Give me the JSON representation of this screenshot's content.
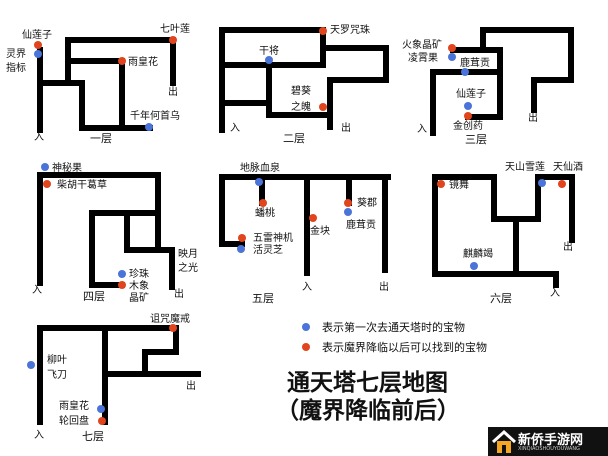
{
  "title": "通天塔七层地图",
  "subtitle": "（魔界降临前后）",
  "legend": {
    "blue": "表示第一次去通天塔时的宝物",
    "red": "表示魔界降临以后可以找到的宝物"
  },
  "colors": {
    "blue": "#4a74d8",
    "red": "#e0451e",
    "wall": "#000000"
  },
  "marks": {
    "entrance": "入",
    "exit": "出"
  },
  "floors": [
    {
      "name": "一层",
      "items": [
        "仙莲子",
        "灵界",
        "指标",
        "七叶莲",
        "雨皇花",
        "千年何首乌"
      ]
    },
    {
      "name": "二层",
      "items": [
        "天罗咒珠",
        "干将",
        "碧葵",
        "之魄"
      ]
    },
    {
      "name": "三层",
      "items": [
        "火象晶矿",
        "凌霄果",
        "鹿茸贡",
        "仙莲子",
        "金创药"
      ]
    },
    {
      "name": "四层",
      "items": [
        "神秘果",
        "柴胡干葛草",
        "珍珠",
        "木象",
        "晶矿",
        "映月",
        "之光"
      ]
    },
    {
      "name": "五层",
      "items": [
        "地脉血泉",
        "蟠桃",
        "金块",
        "葵郡",
        "鹿茸贡",
        "五雷神机",
        "活灵芝"
      ]
    },
    {
      "name": "六层",
      "items": [
        "镜舞",
        "天山雪莲",
        "天仙酒",
        "麒麟竭"
      ]
    },
    {
      "name": "七层",
      "items": [
        "诅咒魔戒",
        "柳叶",
        "飞刀",
        "雨皇花",
        "轮回盘"
      ]
    }
  ],
  "watermark": {
    "name": "新侨手游网",
    "sub": "XINQIAOSHOUYOUWANG"
  }
}
